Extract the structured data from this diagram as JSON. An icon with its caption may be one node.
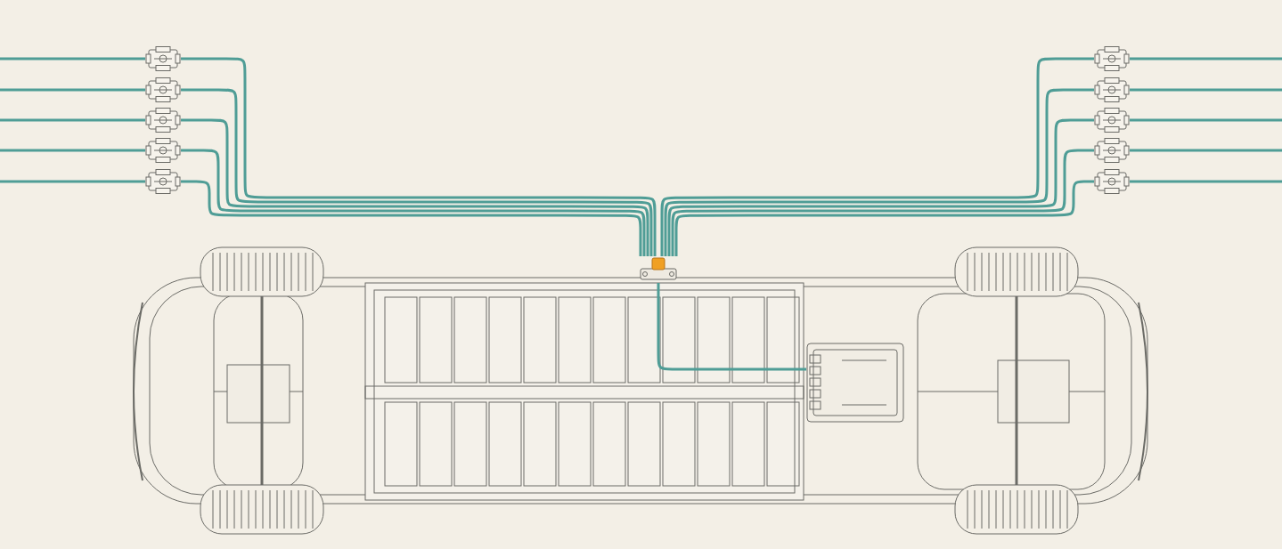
{
  "diagram": {
    "nodes": [
      {
        "text": [],
        "shape": "box"
      },
      {
        "text": [],
        "shape": "box"
      },
      {
        "text": [],
        "shape": "box"
      },
      {
        "text": [],
        "shape": "box"
      },
      {
        "text": [],
        "shape": "box"
      },
      {
        "text": [],
        "shape": "box"
      },
      {
        "text": [],
        "shape": "box"
      },
      {
        "text": [],
        "shape": "box"
      },
      {
        "text": [],
        "shape": "box"
      },
      {
        "text": [],
        "shape": "box"
      },
      {
        "text": [],
        "shape": "box"
      },
      {
        "text": [],
        "shape": "picture"
      },
      {
        "text": [],
        "shape": "box",
        "in": 11
      }
    ],
    "edges": [
      {
        "from": null,
        "to": 0,
        "arrow": "none"
      },
      {
        "from": null,
        "to": 1,
        "arrow": "none"
      },
      {
        "from": null,
        "to": 2,
        "arrow": "none"
      },
      {
        "from": null,
        "to": 3,
        "arrow": "none"
      },
      {
        "from": null,
        "to": 4,
        "arrow": "none"
      },
      {
        "from": 0,
        "to": 10,
        "arrow": "none"
      },
      {
        "from": 1,
        "to": 10,
        "arrow": "none"
      },
      {
        "from": 2,
        "to": 10,
        "arrow": "none"
      },
      {
        "from": 3,
        "to": 10,
        "arrow": "none"
      },
      {
        "from": 4,
        "to": 10,
        "arrow": "none"
      },
      {
        "from": null,
        "to": 5,
        "arrow": "none"
      },
      {
        "from": null,
        "to": 6,
        "arrow": "none"
      },
      {
        "from": null,
        "to": 7,
        "arrow": "none"
      },
      {
        "from": null,
        "to": 8,
        "arrow": "none"
      },
      {
        "from": null,
        "to": 9,
        "arrow": "none"
      },
      {
        "from": 5,
        "to": 10,
        "arrow": "none"
      },
      {
        "from": 6,
        "to": 10,
        "arrow": "none"
      },
      {
        "from": 7,
        "to": 10,
        "arrow": "none"
      },
      {
        "from": 8,
        "to": 10,
        "arrow": "none"
      },
      {
        "from": 9,
        "to": 10,
        "arrow": "none"
      },
      {
        "from": 10,
        "to": 12,
        "arrow": "none"
      }
    ]
  }
}
